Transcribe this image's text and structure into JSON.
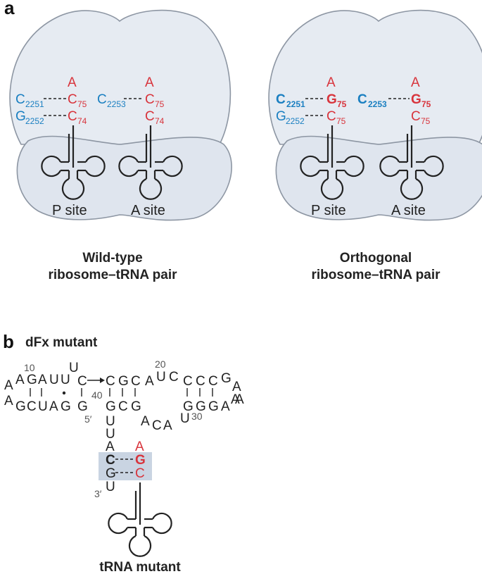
{
  "panel_a": {
    "letter": "a",
    "left": {
      "caption_line1": "Wild-type",
      "caption_line2": "ribosome–tRNA pair",
      "p_site_label": "P site",
      "a_site_label": "A site",
      "p_trna": {
        "top": "A",
        "n75": "C",
        "n75_sub": "75",
        "n74": "C",
        "n74_sub": "74"
      },
      "a_trna": {
        "top": "A",
        "n75": "C",
        "n75_sub": "75",
        "n74": "C",
        "n74_sub": "74"
      },
      "rrna": [
        {
          "base": "C",
          "sub": "2251"
        },
        {
          "base": "G",
          "sub": "2252"
        },
        {
          "base": "C",
          "sub": "2253"
        }
      ]
    },
    "right": {
      "caption_line1": "Orthogonal",
      "caption_line2": "ribosome–tRNA pair",
      "p_site_label": "P site",
      "a_site_label": "A site",
      "p_trna": {
        "top": "A",
        "n75": "G",
        "n75_sub": "75",
        "n74": "C",
        "n74_sub": "75"
      },
      "a_trna": {
        "top": "A",
        "n75": "G",
        "n75_sub": "75",
        "n74": "C",
        "n74_sub": "75"
      },
      "rrna": [
        {
          "base": "C",
          "sub": "2251"
        },
        {
          "base": "G",
          "sub": "2252"
        },
        {
          "base": "C",
          "sub": "2253"
        }
      ]
    }
  },
  "panel_b": {
    "letter": "b",
    "title": "dFx mutant",
    "caption": "tRNA mutant",
    "numbers": {
      "n10": "10",
      "n20": "20",
      "n30": "30",
      "n40": "40",
      "five_prime": "5′",
      "three_prime": "3′"
    },
    "top_left_strand": [
      "A",
      "A",
      "G",
      "A",
      "U",
      "U",
      "C"
    ],
    "top_left_extra_u": "U",
    "bottom_left_strand": [
      "A",
      "G",
      "C",
      "U",
      "A",
      "G",
      "G"
    ],
    "middle_top": [
      "C",
      "G",
      "C"
    ],
    "middle_bottom": [
      "G",
      "C",
      "G"
    ],
    "right_loop_top": [
      "A",
      "U",
      "C",
      "C",
      "C",
      "C",
      "G"
    ],
    "right_loop_bottom": [
      "G",
      "G",
      "G",
      "A",
      "A"
    ],
    "right_tail": [
      "A",
      "A"
    ],
    "u_stem": [
      "U",
      "U"
    ],
    "uaca": [
      "U",
      "A",
      "C",
      "A"
    ],
    "tail_pair_left": [
      "A",
      "C",
      "G",
      "U"
    ],
    "tail_pair_right": [
      "A",
      "G",
      "C"
    ],
    "colors": {
      "red": "#d8343c",
      "blue": "#1a7fc1",
      "highlight": "#c9d4e2"
    }
  }
}
